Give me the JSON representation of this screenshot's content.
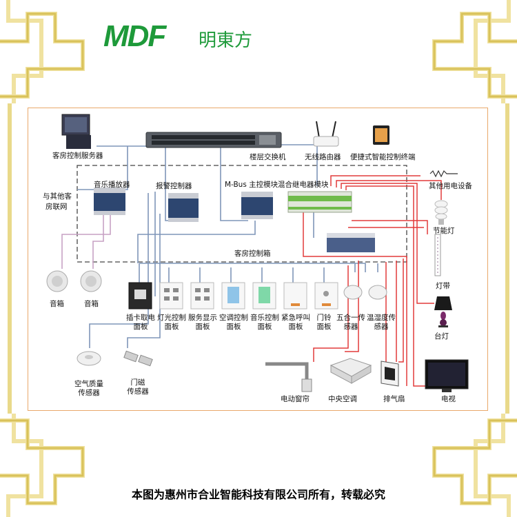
{
  "brand": {
    "logo_text": "MDF",
    "name_cn": "明東方"
  },
  "devices": {
    "server": "客房控制服务器",
    "switch": "楼层交换机",
    "router": "无线路由器",
    "terminal": "便捷式智能控制终端",
    "other_rooms_line1": "与其他客",
    "other_rooms_line2": "房联网",
    "music_player": "音乐播放器",
    "alarm_controller": "报警控制器",
    "mbus_module": "M-Bus 主控模块",
    "relay_module": "混合继电器模块",
    "other_devices": "其他用电设备",
    "energy_lamp": "节能灯",
    "light_strip": "灯带",
    "desk_lamp": "台灯",
    "control_box": "客房控制箱",
    "speaker_1": "音箱",
    "speaker_2": "音箱",
    "air_sensor_line1": "空气质量",
    "air_sensor_line2": "传感器",
    "door_sensor_line1": "门磁",
    "door_sensor_line2": "传感器",
    "curtain": "电动窗帘",
    "central_ac": "中央空调",
    "exhaust_fan": "排气扇",
    "tv": "电视"
  },
  "panels": [
    {
      "line1": "插卡取电",
      "line2": "面板"
    },
    {
      "line1": "灯光控制",
      "line2": "面板"
    },
    {
      "line1": "服务显示",
      "line2": "面板"
    },
    {
      "line1": "空调控制",
      "line2": "面板"
    },
    {
      "line1": "音乐控制",
      "line2": "面板"
    },
    {
      "line1": "紧急呼叫",
      "line2": "面板"
    },
    {
      "line1": "门铃",
      "line2": "面板"
    },
    {
      "line1": "五合一传",
      "line2": "感器"
    },
    {
      "line1": "温湿度传",
      "line2": "感器"
    }
  ],
  "footer": "本图为惠州市合业智能科技有限公司所有，转载必究",
  "colors": {
    "brand_green": "#1e9a3a",
    "frame_gold": "#d9c25a",
    "frame_light": "#f3e7a4",
    "wire_red": "#e23a3a",
    "wire_blue": "#7f95b8",
    "panel_border": "#e9a86a"
  }
}
